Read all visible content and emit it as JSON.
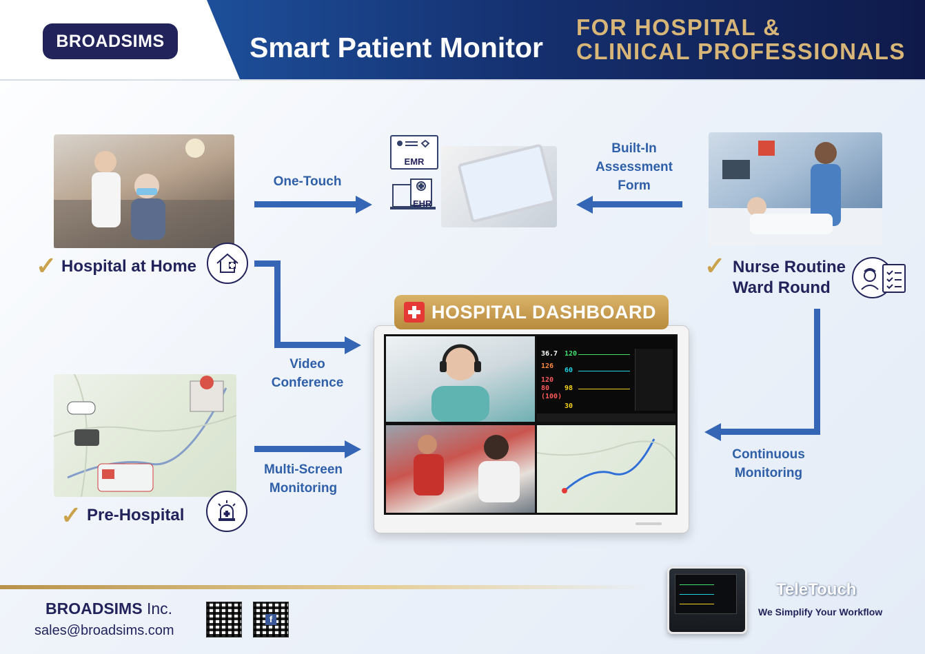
{
  "header": {
    "brand": "BROADSIMS",
    "title": "Smart Patient Monitor",
    "subtitle_line1": "FOR HOSPITAL &",
    "subtitle_line2": "CLINICAL PROFESSIONALS"
  },
  "flow": {
    "hospital_at_home": "Hospital at Home",
    "pre_hospital": "Pre-Hospital",
    "nurse_line1": "Nurse Routine",
    "nurse_line2": "Ward Round",
    "one_touch": "One-Touch",
    "built_in_line1": "Built-In",
    "built_in_line2": "Assessment",
    "built_in_line3": "Form",
    "video_line1": "Video",
    "video_line2": "Conference",
    "multi_line1": "Multi-Screen",
    "multi_line2": "Monitoring",
    "continuous_line1": "Continuous",
    "continuous_line2": "Monitoring",
    "emr": "EMR",
    "ehr": "EHR"
  },
  "dashboard": {
    "title": "HOSPITAL DASHBOARD",
    "vitals": {
      "temp": "36.7",
      "hr": "120",
      "nibp_sys": "126",
      "resp": "60",
      "ibp_a": "120",
      "ibp_b": "80",
      "ibp_c": "(100)",
      "spo2": "98",
      "rr": "30"
    }
  },
  "footer": {
    "company": "BROADSIMS",
    "company_suffix": "Inc.",
    "email": "sales@broadsims.com",
    "product": "TeleTouch",
    "tagline": "We Simplify Your Workflow"
  },
  "colors": {
    "navy": "#23235c",
    "arrow_blue": "#3466b5",
    "gold": "#d8b677"
  }
}
